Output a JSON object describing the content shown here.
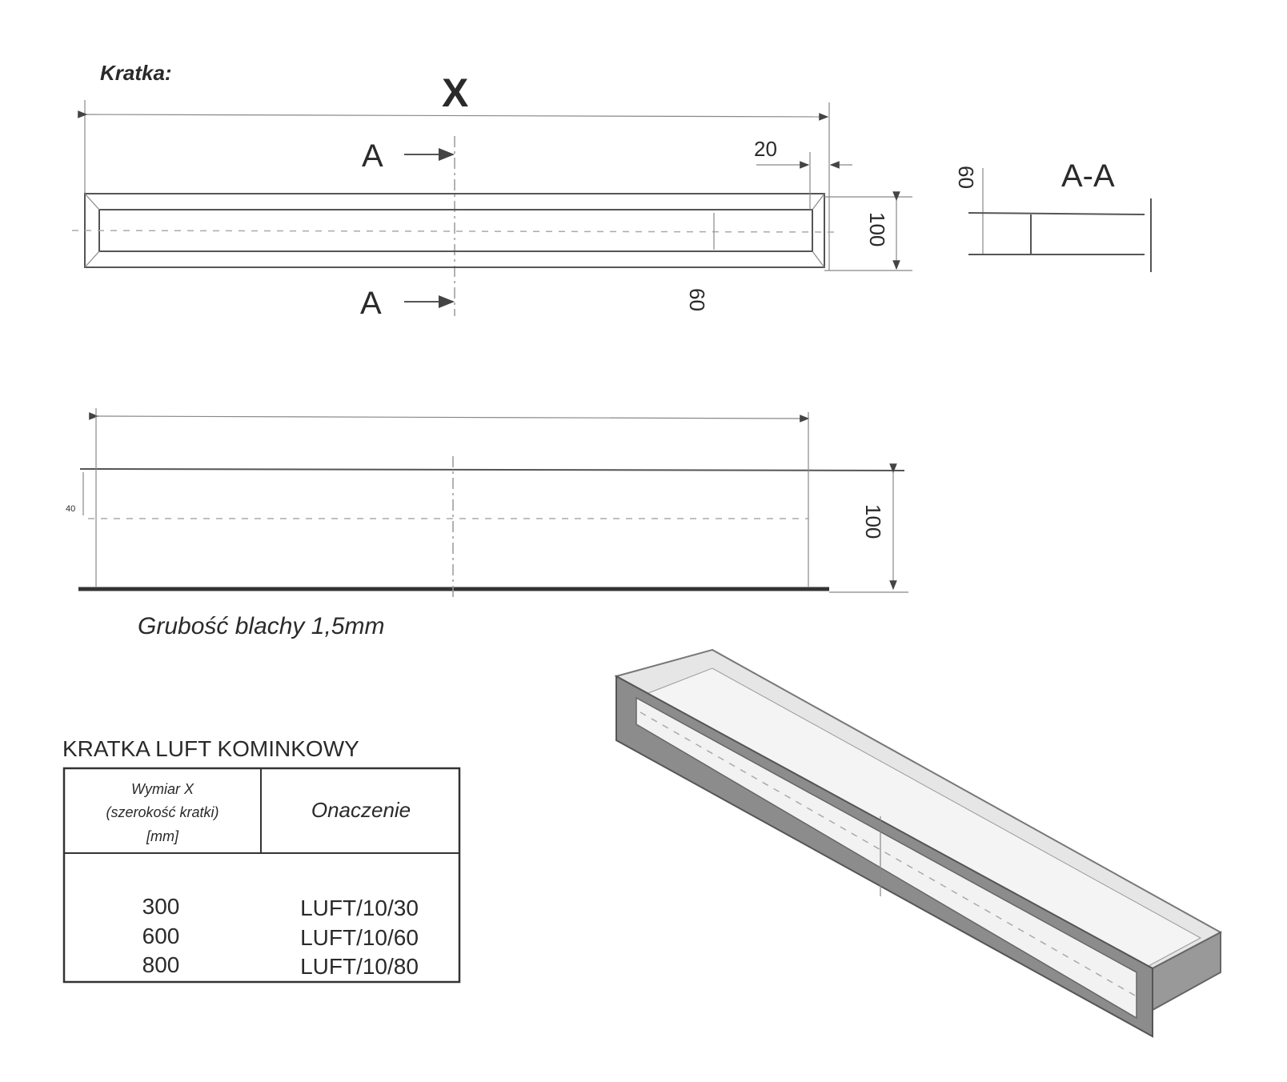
{
  "drawing": {
    "label": "Kratka:",
    "dimension_x": "X",
    "section_marker": "A",
    "section_marker_bottom": "A",
    "dim_flange": "20",
    "dim_height_front": "100",
    "dim_opening": "60",
    "section_title": "A-A",
    "section_dim": "60"
  },
  "side_view": {
    "dim_height": "100",
    "dim_small": "40",
    "note": "Grubość blachy 1,5mm"
  },
  "table": {
    "title": "KRATKA LUFT KOMINKOWY",
    "header_col1_line1": "Wymiar X",
    "header_col1_line2": "(szerokość kratki)",
    "header_col1_line3": "[mm]",
    "header_col2": "Onaczenie",
    "rows": [
      {
        "width": "300",
        "code": "LUFT/10/30"
      },
      {
        "width": "600",
        "code": "LUFT/10/60"
      },
      {
        "width": "800",
        "code": "LUFT/10/80"
      }
    ]
  }
}
